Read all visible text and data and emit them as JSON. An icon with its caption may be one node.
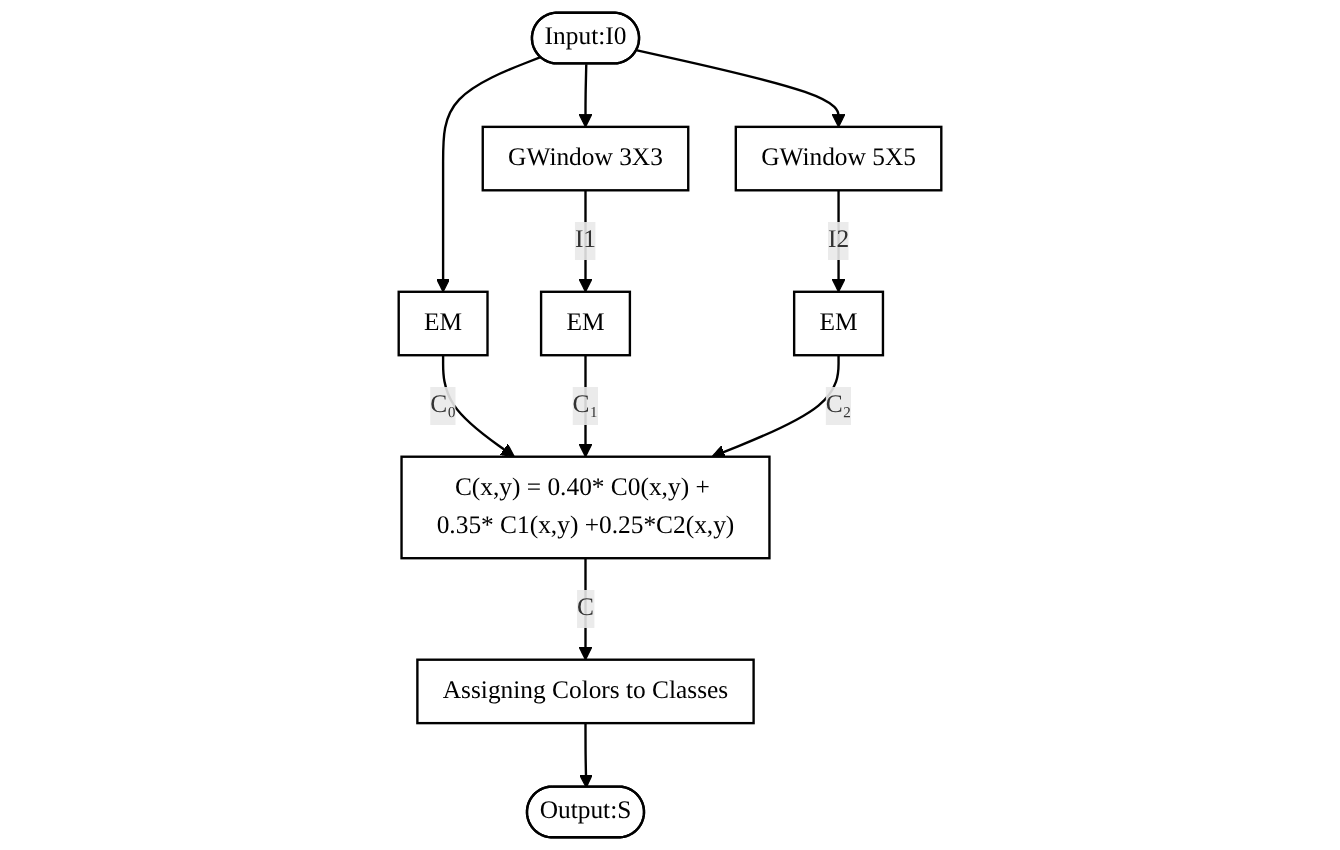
{
  "diagram": {
    "nodes": [
      {
        "text": [
          "Input:I0"
        ]
      },
      {
        "text": [
          "GWindow 3X3"
        ]
      },
      {
        "text": [
          "GWindow 5X5"
        ]
      },
      {
        "text": [
          "EM"
        ]
      },
      {
        "text": [
          "EM"
        ]
      },
      {
        "text": [
          "EM"
        ]
      },
      {
        "text": [
          "C(x,y) = 0.40* C0(x,y) + 0.35* C1(x,y) +0.25*C2(x,y)"
        ]
      },
      {
        "text": [
          "Assigning Colors to Classes"
        ]
      },
      {
        "text": [
          "Output:S"
        ]
      }
    ],
    "edges": [
      {
        "from": 0,
        "to": 3,
        "arrow": "to"
      },
      {
        "from": 0,
        "to": 1,
        "arrow": "to"
      },
      {
        "from": 0,
        "to": 2,
        "arrow": "to"
      },
      {
        "from": 1,
        "to": 4,
        "label": "I1",
        "arrow": "to"
      },
      {
        "from": 2,
        "to": 5,
        "label": "I2",
        "arrow": "to"
      },
      {
        "from": 3,
        "to": 6,
        "label": "C₀",
        "arrow": "to"
      },
      {
        "from": 4,
        "to": 6,
        "label": "C₁",
        "arrow": "to"
      },
      {
        "from": 5,
        "to": 6,
        "label": "C₂",
        "arrow": "to"
      },
      {
        "from": 6,
        "to": 7,
        "label": "C",
        "arrow": "to"
      },
      {
        "from": 7,
        "to": 8,
        "arrow": "to"
      }
    ]
  }
}
